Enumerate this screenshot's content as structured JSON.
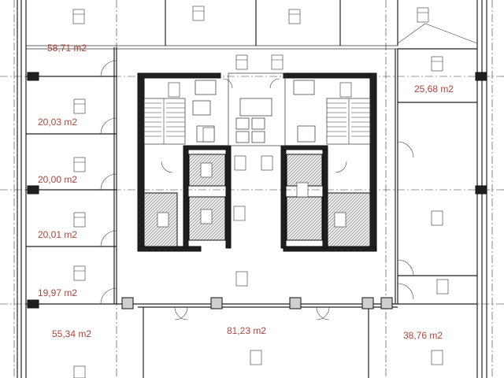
{
  "areas": {
    "room_top_left": "58,71 m2",
    "room_left_1": "20,03 m2",
    "room_left_2": "20,00 m2",
    "room_left_3": "20,01 m2",
    "room_left_4": "19,97 m2",
    "room_bottom_left": "55,34 m2",
    "room_bottom_center": "81,23 m2",
    "room_bottom_right": "38,76 m2",
    "room_right_top": "25,68 m2"
  },
  "colors": {
    "area_label": "#b0453a",
    "wall": "#222222"
  }
}
